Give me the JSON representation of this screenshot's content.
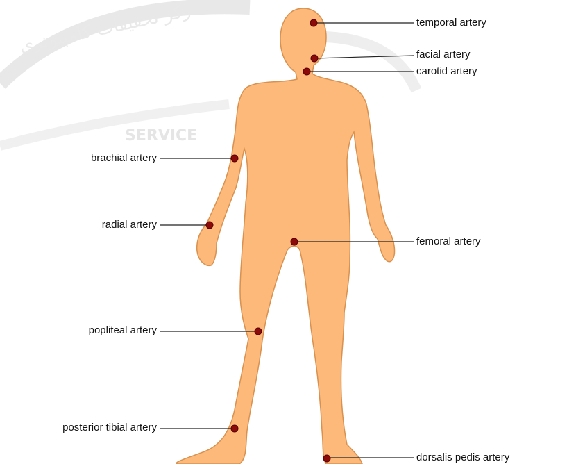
{
  "labels": {
    "temporal": "temporal artery",
    "facial": "facial artery",
    "carotid": "carotid artery",
    "brachial": "brachial artery",
    "radial": "radial artery",
    "femoral": "femoral artery",
    "popliteal": "popliteal artery",
    "posterior_tibial": "posterior tibial artery",
    "dorsalis_pedis": "dorsalis pedis artery"
  },
  "watermark": {
    "service": "SERVICE",
    "arabic": "رکز تحقیقات کامپیوتری"
  },
  "colors": {
    "skin": "#FDB97A",
    "skin_outline": "#D8914F",
    "pulse_point": "#8B0A0A",
    "leader_line": "#222222",
    "watermark": "#CFCFCF"
  }
}
